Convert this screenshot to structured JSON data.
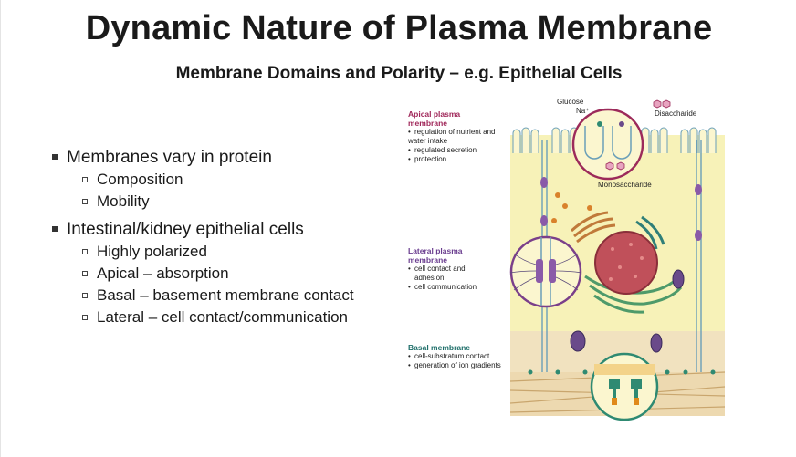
{
  "slide": {
    "title": "Dynamic Nature of Plasma Membrane",
    "subtitle": "Membrane Domains and Polarity – e.g. Epithelial Cells"
  },
  "bullets": [
    {
      "text": "Membranes vary in protein",
      "sub": [
        "Composition",
        "Mobility"
      ]
    },
    {
      "text": "Intestinal/kidney epithelial cells",
      "sub": [
        "Highly polarized",
        "Apical – absorption",
        "Basal – basement membrane contact",
        "Lateral – cell contact/communication"
      ]
    }
  ],
  "figure": {
    "apical": {
      "title_1": "Apical plasma",
      "title_2": "membrane",
      "items": [
        "regulation of nutrient and",
        "water intake",
        "regulated secretion",
        "protection"
      ]
    },
    "lateral": {
      "title_1": "Lateral plasma",
      "title_2": "membrane",
      "items": [
        "cell contact and",
        "adhesion",
        "cell communication"
      ]
    },
    "basal": {
      "title": "Basal membrane",
      "items": [
        "cell-substratum contact",
        "generation of ion gradients"
      ]
    },
    "inset_labels": {
      "glucose": "Glucose",
      "na": "Na⁺",
      "disaccharide": "Disaccharide",
      "monosaccharide": "Monosaccharide"
    },
    "colors": {
      "cytoplasm": "#f7f2b8",
      "apical_ring": "#9c2a5a",
      "lateral_ring": "#7a3f8a",
      "basal_ring": "#2f8a72",
      "heading": "#a0285a",
      "lateral_heading": "#6a3d8f",
      "basal_heading": "#1f6f6a",
      "nucleus": "#c0505a",
      "golgi": "#2f7f78"
    }
  }
}
